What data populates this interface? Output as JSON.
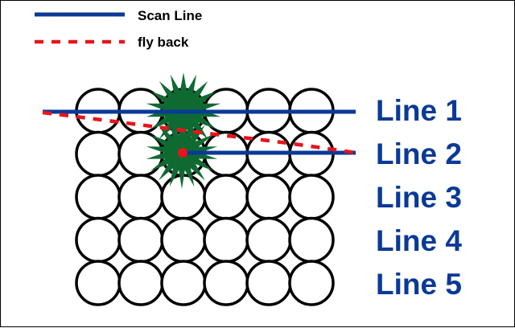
{
  "legend": {
    "scan_line": "Scan Line",
    "fly_back": "fly back"
  },
  "line_labels": [
    "Line 1",
    "Line 2",
    "Line 3",
    "Line 4",
    "Line 5"
  ],
  "grid": {
    "rows": 5,
    "columns": 6
  },
  "colors": {
    "scan_line": "#0a3a96",
    "fly_back": "#e8141c",
    "starburst": "#0f6a32",
    "beam_dot": "#e8141c",
    "circle_stroke": "#000000",
    "label": "#0a3a96"
  },
  "icons": {
    "burst_1": "green-starburst-icon",
    "burst_2": "green-starburst-icon",
    "beam_dot": "red-dot-icon"
  }
}
